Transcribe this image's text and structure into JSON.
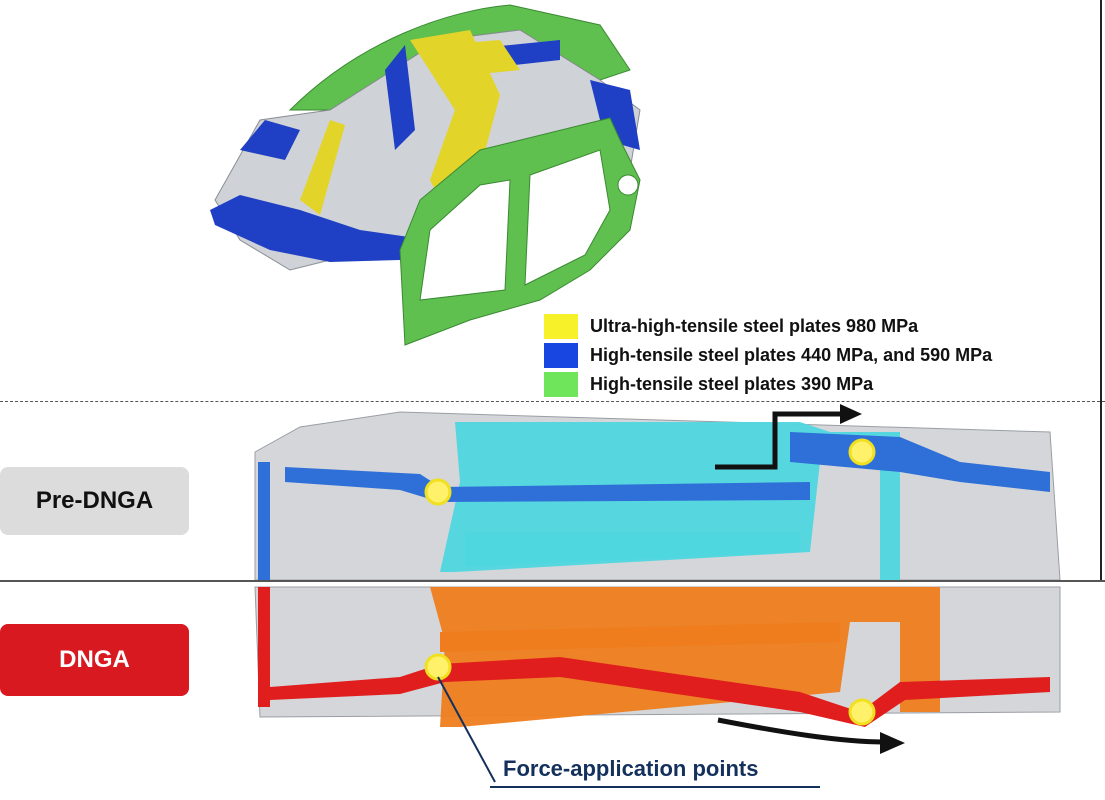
{
  "legend": {
    "items": [
      {
        "label": "Ultra-high-tensile steel plates 980 MPa",
        "color": "#f7f12a"
      },
      {
        "label": "High-tensile steel plates 440 MPa, and 590 MPa",
        "color": "#1746e0"
      },
      {
        "label": "High-tensile steel plates 390 MPa",
        "color": "#6ee55a"
      }
    ]
  },
  "sections": {
    "pre_dnga": {
      "label": "Pre-DNGA",
      "bg": "#dcdcdc"
    },
    "dnga": {
      "label": "DNGA",
      "bg": "#d81920"
    }
  },
  "annotation": {
    "force_points": "Force-application points"
  },
  "colors": {
    "yellow": "#e3d42a",
    "blue": "#1f3fc4",
    "green": "#5fbf4f",
    "cyan": "#4fd7e0",
    "orange": "#ef7d1e",
    "red": "#e01e1e",
    "frame_blue": "#2f6fd8"
  }
}
